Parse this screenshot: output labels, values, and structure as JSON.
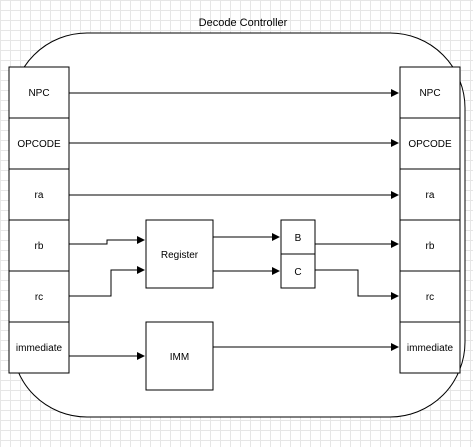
{
  "title": "Decode Controller",
  "left_signals": [
    "NPC",
    "OPCODE",
    "ra",
    "rb",
    "rc",
    "immediate"
  ],
  "right_signals": [
    "NPC",
    "OPCODE",
    "ra",
    "rb",
    "rc",
    "immediate"
  ],
  "register_label": "Register",
  "b_label": "B",
  "c_label": "C",
  "imm_label": "IMM"
}
